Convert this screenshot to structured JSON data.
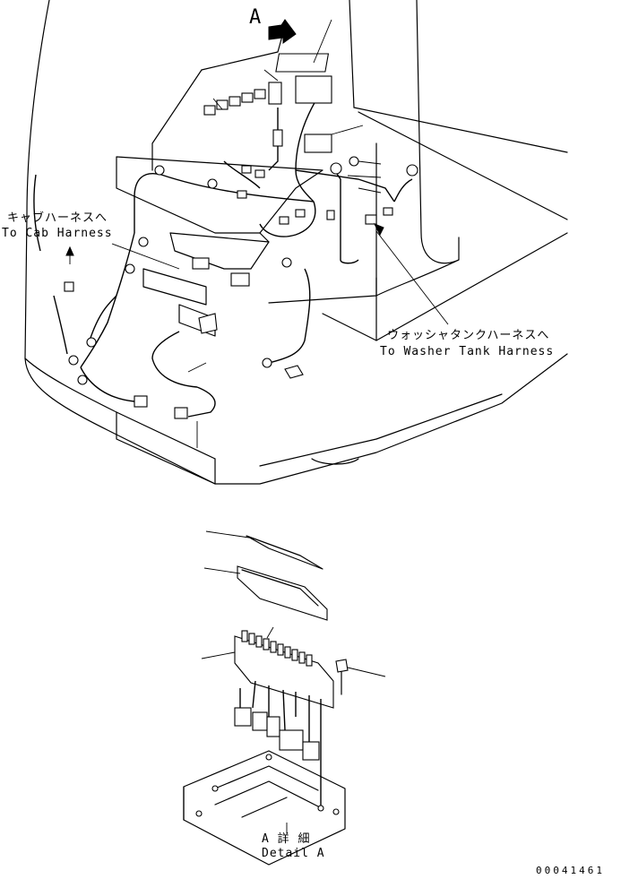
{
  "labels": {
    "view_letter": "A",
    "cab_harness_jp": "キャブハーネスへ",
    "cab_harness_en": "To Cab Harness",
    "washer_harness_jp": "ウォッシャタンクハーネスへ",
    "washer_harness_en": "To Washer Tank Harness",
    "detail_jp": "A 詳 細",
    "detail_en": "Detail A",
    "drawing_number": "00041461"
  }
}
